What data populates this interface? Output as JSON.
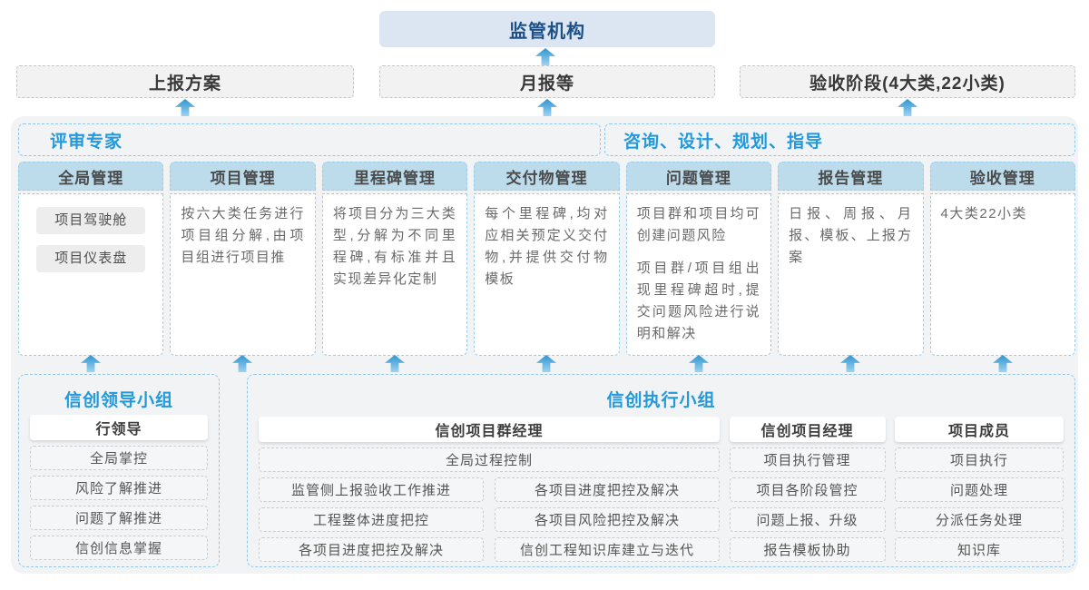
{
  "top": {
    "regulator_label": "监管机构"
  },
  "report_row": [
    {
      "label": "上报方案"
    },
    {
      "label": "月报等"
    },
    {
      "label": "验收阶段(4大类,22小类)"
    }
  ],
  "platform": {
    "experts_label": "评审专家",
    "consulting_label": "咨询、设计、规划、指导",
    "columns": [
      {
        "title": "全局管理",
        "pills": [
          "项目驾驶舱",
          "项目仪表盘"
        ]
      },
      {
        "title": "项目管理",
        "paragraphs": [
          "按六大类任务进行项目组分解,由项目组进行项目推"
        ]
      },
      {
        "title": "里程碑管理",
        "paragraphs": [
          "将项目分为三大类型,分解为不同里程碑,有标准并且实现差异化定制"
        ]
      },
      {
        "title": "交付物管理",
        "paragraphs": [
          "每个里程碑,均对应相关预定义交付物,并提供交付物模板"
        ]
      },
      {
        "title": "问题管理",
        "paragraphs": [
          "项目群和项目均可创建问题风险",
          "项目群/项目组出现里程碑超时,提交问题风险进行说明和解决"
        ]
      },
      {
        "title": "报告管理",
        "paragraphs": [
          "日报、周报、月报、模板、上报方案"
        ]
      },
      {
        "title": "验收管理",
        "paragraphs": [
          "4大类22小类"
        ]
      }
    ]
  },
  "groups": {
    "leader": {
      "title": "信创领导小组",
      "role": "行领导",
      "items": [
        "全局掌控",
        "风险了解推进",
        "问题了解推进",
        "信创信息掌握"
      ]
    },
    "exec": {
      "title": "信创执行小组",
      "program_manager": {
        "role": "信创项目群经理",
        "full_item": "全局过程控制",
        "left_items": [
          "监管侧上报验收工作推进",
          "工程整体进度把控",
          "各项目进度把控及解决"
        ],
        "right_items": [
          "各项目进度把控及解决",
          "各项目风险把控及解决",
          "信创工程知识库建立与迭代"
        ]
      },
      "project_manager": {
        "role": "信创项目经理",
        "items": [
          "项目执行管理",
          "项目各阶段管控",
          "问题上报、升级",
          "报告模板协助"
        ]
      },
      "member": {
        "role": "项目成员",
        "items": [
          "项目执行",
          "问题处理",
          "分派任务处理",
          "知识库"
        ]
      }
    }
  },
  "icons": {
    "up_arrow": "up-arrow"
  },
  "colors": {
    "accent_blue": "#2299dc",
    "regulator_text": "#1d5086",
    "regulator_bg": "#dce6f2",
    "column_header_bg": "#bcdcec",
    "dashed_blue": "#8fc6e9",
    "dashed_gray": "#c6c6c6",
    "container_bg": "#f1f3f5",
    "arrow_top": "#2f95d0",
    "arrow_bottom": "#9ed3f0"
  }
}
